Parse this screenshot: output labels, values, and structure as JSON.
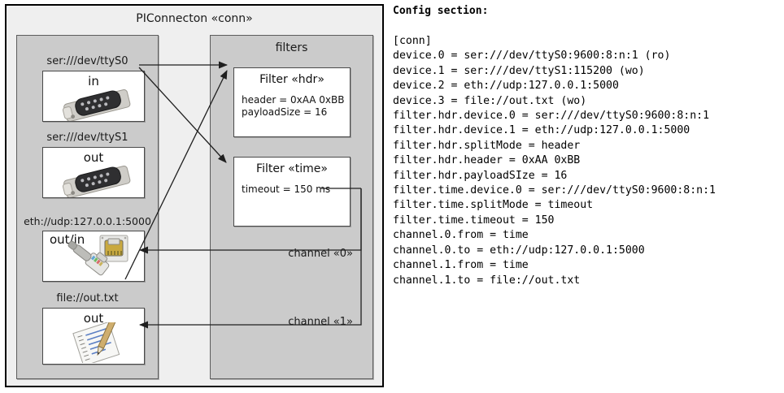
{
  "diagram": {
    "title": "PIConnecton «conn»",
    "devices_panel": {
      "devices": [
        {
          "label": "ser:///dev/ttyS0",
          "caption": "in",
          "icon": "serial-port-icon",
          "caption_align": "center"
        },
        {
          "label": "ser:///dev/ttyS1",
          "caption": "out",
          "icon": "serial-port-icon",
          "caption_align": "center"
        },
        {
          "label": "eth://udp:127.0.0.1:5000",
          "caption": "out/in",
          "icon": "ethernet-jack-icon",
          "caption_align": "left"
        },
        {
          "label": "file://out.txt",
          "caption": "out",
          "icon": "text-file-icon",
          "caption_align": "center"
        }
      ]
    },
    "filters_panel": {
      "title": "filters",
      "filters": [
        {
          "title": "Filter «hdr»",
          "attrs": "header = 0xAA 0xBB\npayloadSize = 16"
        },
        {
          "title": "Filter «time»",
          "attrs": "timeout = 150 ms"
        }
      ],
      "channels": [
        {
          "label": "channel «0»"
        },
        {
          "label": "channel «1»"
        }
      ]
    }
  },
  "config": {
    "heading": "Config section:",
    "text": "[conn]\ndevice.0 = ser:///dev/ttyS0:9600:8:n:1 (ro)\ndevice.1 = ser:///dev/ttyS1:115200 (wo)\ndevice.2 = eth://udp:127.0.0.1:5000\ndevice.3 = file://out.txt (wo)\nfilter.hdr.device.0 = ser:///dev/ttyS0:9600:8:n:1\nfilter.hdr.device.1 = eth://udp:127.0.0.1:5000\nfilter.hdr.splitMode = header\nfilter.hdr.header = 0xAA 0xBB\nfilter.hdr.payloadSIze = 16\nfilter.time.device.0 = ser:///dev/ttyS0:9600:8:n:1\nfilter.time.splitMode = timeout\nfilter.time.timeout = 150\nchannel.0.from = time\nchannel.0.to = eth://udp:127.0.0.1:5000\nchannel.1.from = time\nchannel.1.to = file://out.txt"
  }
}
